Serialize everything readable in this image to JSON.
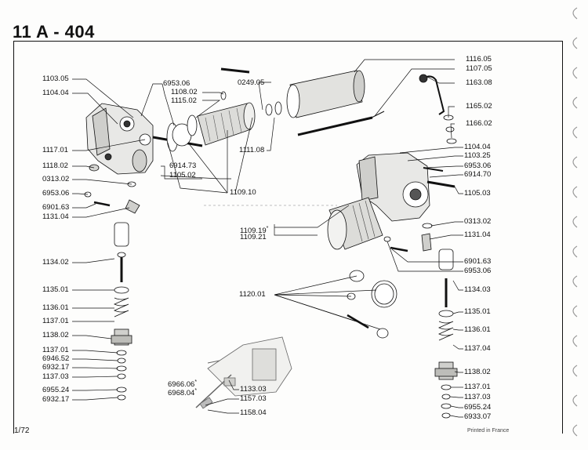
{
  "header": {
    "page_code": "11 A - 404"
  },
  "footer": {
    "date_code": "1/72",
    "printed": "Printed in France"
  },
  "callouts": {
    "c1103_05a": "1103.05",
    "c1104_04a": "1104.04",
    "c6953_06a": "6953.06",
    "c1108_02": "1108.02",
    "c1115_02": "1115.02",
    "c0249_05": "0249.05",
    "c1116_05": "1116.05",
    "c1107_05": "1107.05",
    "c1163_08": "1163.08",
    "c1165_02": "1165.02",
    "c1166_02": "1166.02",
    "c1117_01": "1117.01",
    "c1118_02": "1118.02",
    "c0313_02a": "0313.02",
    "c6953_06b": "6953.06",
    "c6901_63a": "6901.63",
    "c1131_04a": "1131.04",
    "c6914_73": "6914.73",
    "c1105_02": "1105.02",
    "c1109_10": "1109.10",
    "c1111_08": "1111.08",
    "c1104_04b": "1104.04",
    "c1103_25": "1103.25",
    "c6953_06c": "6953.06",
    "c6914_70": "6914.70",
    "c1105_03": "1105.03",
    "c0313_02b": "0313.02",
    "c1131_04b": "1131.04",
    "c1109_19": "1109.19",
    "c1109_21": "1109.21",
    "c6901_63b": "6901.63",
    "c6953_06d": "6953.06",
    "c1134_02": "1134.02",
    "c1135_01a": "1135.01",
    "c1136_01a": "1136.01",
    "c1137_01a": "1137.01",
    "c1138_02a": "1138.02",
    "c1137_01b": "1137.01",
    "c6946_52": "6946.52",
    "c6932_17a": "6932.17",
    "c1137_03a": "1137.03",
    "c6955_24a": "6955.24",
    "c6932_17b": "6932.17",
    "c1120_01": "1120.01",
    "c1134_03": "1134.03",
    "c1135_01b": "1135.01",
    "c1136_01b": "1136.01",
    "c1137_04": "1137.04",
    "c1138_02b": "1138.02",
    "c1137_01c": "1137.01",
    "c1137_03b": "1137.03",
    "c6955_24b": "6955.24",
    "c6933_07": "6933.07",
    "c6966_06": "6966.06",
    "c6968_04": "6968.04",
    "c1133_03": "1133.03",
    "c1157_03": "1157.03",
    "c1158_04": "1158.04"
  },
  "marks": {
    "star1": "*",
    "star2": "*",
    "star3": "*"
  }
}
